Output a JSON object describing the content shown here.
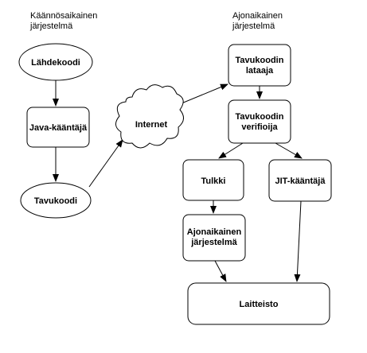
{
  "headings": {
    "compile_time_line1": "Käännösaikainen",
    "compile_time_line2": "järjestelmä",
    "runtime_line1": "Ajonaikainen",
    "runtime_line2": "järjestelmä"
  },
  "nodes": {
    "source_code": "Lähdekoodi",
    "java_compiler": "Java-kääntäjä",
    "bytecode": "Tavukoodi",
    "internet": "Internet",
    "bytecode_loader_line1": "Tavukoodin",
    "bytecode_loader_line2": "lataaja",
    "bytecode_verifier_line1": "Tavukoodin",
    "bytecode_verifier_line2": "verifioija",
    "interpreter": "Tulkki",
    "jit_compiler": "JIT-kääntäjä",
    "runtime_system_line1": "Ajonaikainen",
    "runtime_system_line2": "järjestelmä",
    "hardware": "Laitteisto"
  },
  "colors": {
    "stroke": "#000000",
    "fill": "#ffffff",
    "text": "#000000"
  }
}
